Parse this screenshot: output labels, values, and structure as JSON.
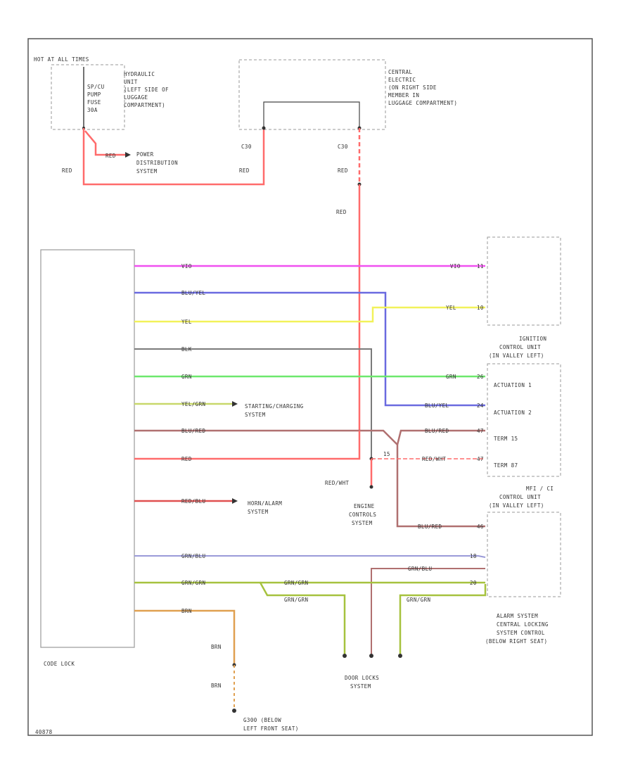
{
  "labels": {
    "hot_at_all_times": "HOT AT ALL TIMES",
    "hydraulic_unit": [
      "HYDRAULIC",
      "UNIT",
      "(LEFT SIDE OF",
      "LUGGAGE",
      "COMPARTMENT)"
    ],
    "fuse_text": [
      "SP/CU",
      "PUMP",
      "FUSE",
      "30A"
    ],
    "central_electric": [
      "CENTRAL",
      "ELECTRIC",
      "(ON RIGHT SIDE",
      "MEMBER IN",
      "LUGGAGE COMPARTMENT)"
    ],
    "power_distribution": [
      "POWER",
      "DISTRIBUTION",
      "SYSTEM"
    ],
    "c30_left": "C30",
    "c30_right": "C30",
    "code_lock": "CODE LOCK",
    "ignition_control": [
      "IGNITION",
      "CONTROL UNIT",
      "(IN VALLEY LEFT)"
    ],
    "actuation1": "ACTUATION 1",
    "actuation2": "ACTUATION 2",
    "term15": "TERM 15",
    "term87": "TERM 87",
    "mfi_control": [
      "MFI / CI",
      "CONTROL UNIT",
      "(IN VALLEY LEFT)"
    ],
    "starting_charging": [
      "STARTING/CHARGING",
      "SYSTEM"
    ],
    "engine_controls": [
      "ENGINE",
      "CONTROLS",
      "SYSTEM"
    ],
    "horn_system": [
      "HORN/ALARM",
      "SYSTEM"
    ],
    "alarm_system": [
      "ALARM SYSTEM",
      "CENTRAL LOCKING",
      "SYSTEM CONTROL",
      "(BELOW RIGHT SEAT)"
    ],
    "door_locks": [
      "DOOR LOCKS",
      "SYSTEM"
    ],
    "g300": [
      "G300 (BELOW",
      "LEFT FRONT SEAT)"
    ],
    "footer_code": "40878"
  },
  "wires": {
    "red": "RED",
    "red2": "RED",
    "red3": "RED",
    "red4": "RED",
    "vio": "VIO",
    "blu_yel": "BLU/YEL",
    "yel": "YEL",
    "blk": "BLK",
    "grn": "GRN",
    "yel_grn": "YEL/GRN",
    "blu_red": "BLU/RED",
    "red_main": "RED",
    "red_wht": "RED/WHT",
    "red_blu": "RED/BLU",
    "grn_blu": "GRN/BLU",
    "grn_grn": "GRN/GRN",
    "brn": "BRN",
    "red_wht2": "RED/WHT"
  },
  "pins": {
    "pin_vio": "11",
    "pin_yel": "10",
    "pin_grn": "26",
    "pin_blu": "24",
    "pin_bluRed": "47",
    "pin_redwht": "47",
    "pin_bluRed2": "46",
    "pin_a": "20",
    "pin_b": "18",
    "pin_15": "15"
  },
  "colors": {
    "red": "#ff6b6b",
    "violet": "#f050f0",
    "blue": "#6a6ae0",
    "yellow": "#f2f25a",
    "black": "#7a7a7a",
    "green": "#6de86d",
    "yellow_green": "#c8d86a",
    "blue_red": "#b07070",
    "red_blue": "#e05050",
    "grn_blu": "#9a9ad8",
    "grn_grn": "#a6c23e",
    "brown": "#e0a050"
  }
}
